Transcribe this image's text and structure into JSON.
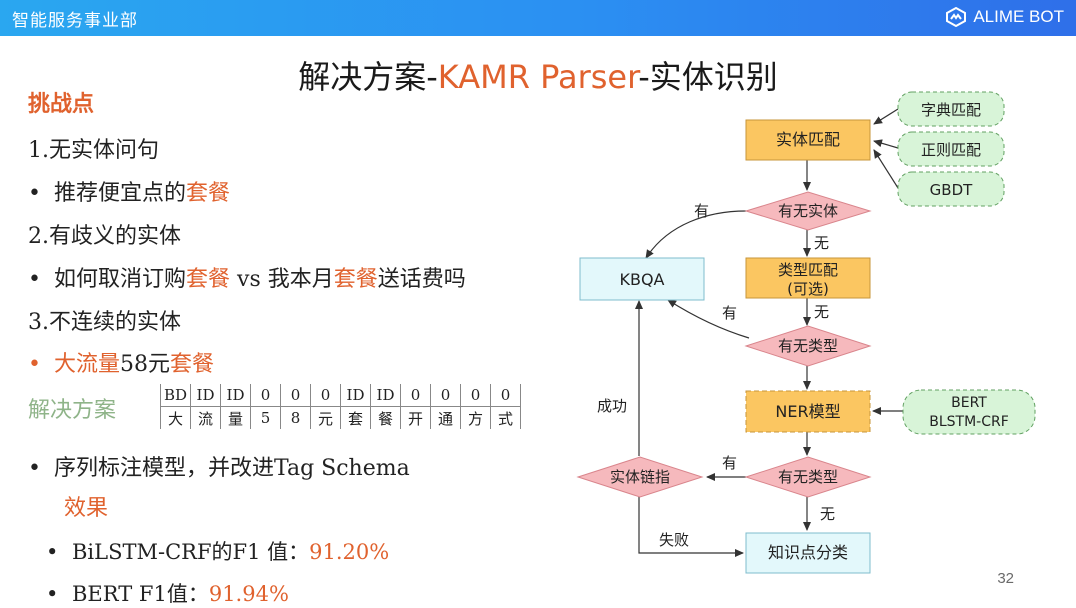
{
  "header": {
    "department": "智能服务事业部",
    "brand": "ALIME BOT"
  },
  "title": {
    "prefix": "解决方案-",
    "highlight": "KAMR Parser",
    "suffix": "-实体识别"
  },
  "challenges": {
    "heading": "挑战点",
    "item1": "1.无实体问句",
    "bullet1_pre": "推荐便宜点的",
    "bullet1_hl": "套餐",
    "item2": "2.有歧义的实体",
    "bullet2_a": "如何取消订购",
    "bullet2_b": "套餐",
    "bullet2_c": " vs 我本月",
    "bullet2_d": "套餐",
    "bullet2_e": "送话费吗",
    "item3": "3.不连续的实体",
    "bullet3_a": "大流量",
    "bullet3_b": "58元",
    "bullet3_c": "套餐"
  },
  "solution": {
    "heading": "解决方案",
    "tags": [
      "BD",
      "ID",
      "ID",
      "0",
      "0",
      "0",
      "ID",
      "ID",
      "0",
      "0",
      "0",
      "0"
    ],
    "chars": [
      "大",
      "流",
      "量",
      "5",
      "8",
      "元",
      "套",
      "餐",
      "开",
      "通",
      "方",
      "式"
    ],
    "bullet": "序列标注模型，并改进Tag Schema"
  },
  "effect": {
    "heading": "效果",
    "r1_label": "BiLSTM-CRF的F1 值：",
    "r1_value": "91.20%",
    "r2_label": "BERT F1值：",
    "r2_value": "91.94%"
  },
  "flowchart": {
    "entity_match": "实体匹配",
    "dict_match": "字典匹配",
    "regex_match": "正则匹配",
    "gbdt": "GBDT",
    "has_entity": "有无实体",
    "kbqa": "KBQA",
    "type_match_1": "类型匹配",
    "type_match_2": "(可选)",
    "has_type_1": "有无类型",
    "ner_model": "NER模型",
    "bert_1": "BERT",
    "bert_2": "BLSTM-CRF",
    "has_type_2": "有无类型",
    "entity_link": "实体链指",
    "kp_classify": "知识点分类",
    "yes": "有",
    "no": "无",
    "success": "成功",
    "fail": "失败"
  },
  "page_number": "32",
  "colors": {
    "accent": "#e0622e",
    "box_orange": "#fbc661",
    "box_cyan": "#e3f8fb",
    "diamond_pink": "#f6b9bd",
    "pill_green": "#d8f4d8"
  }
}
